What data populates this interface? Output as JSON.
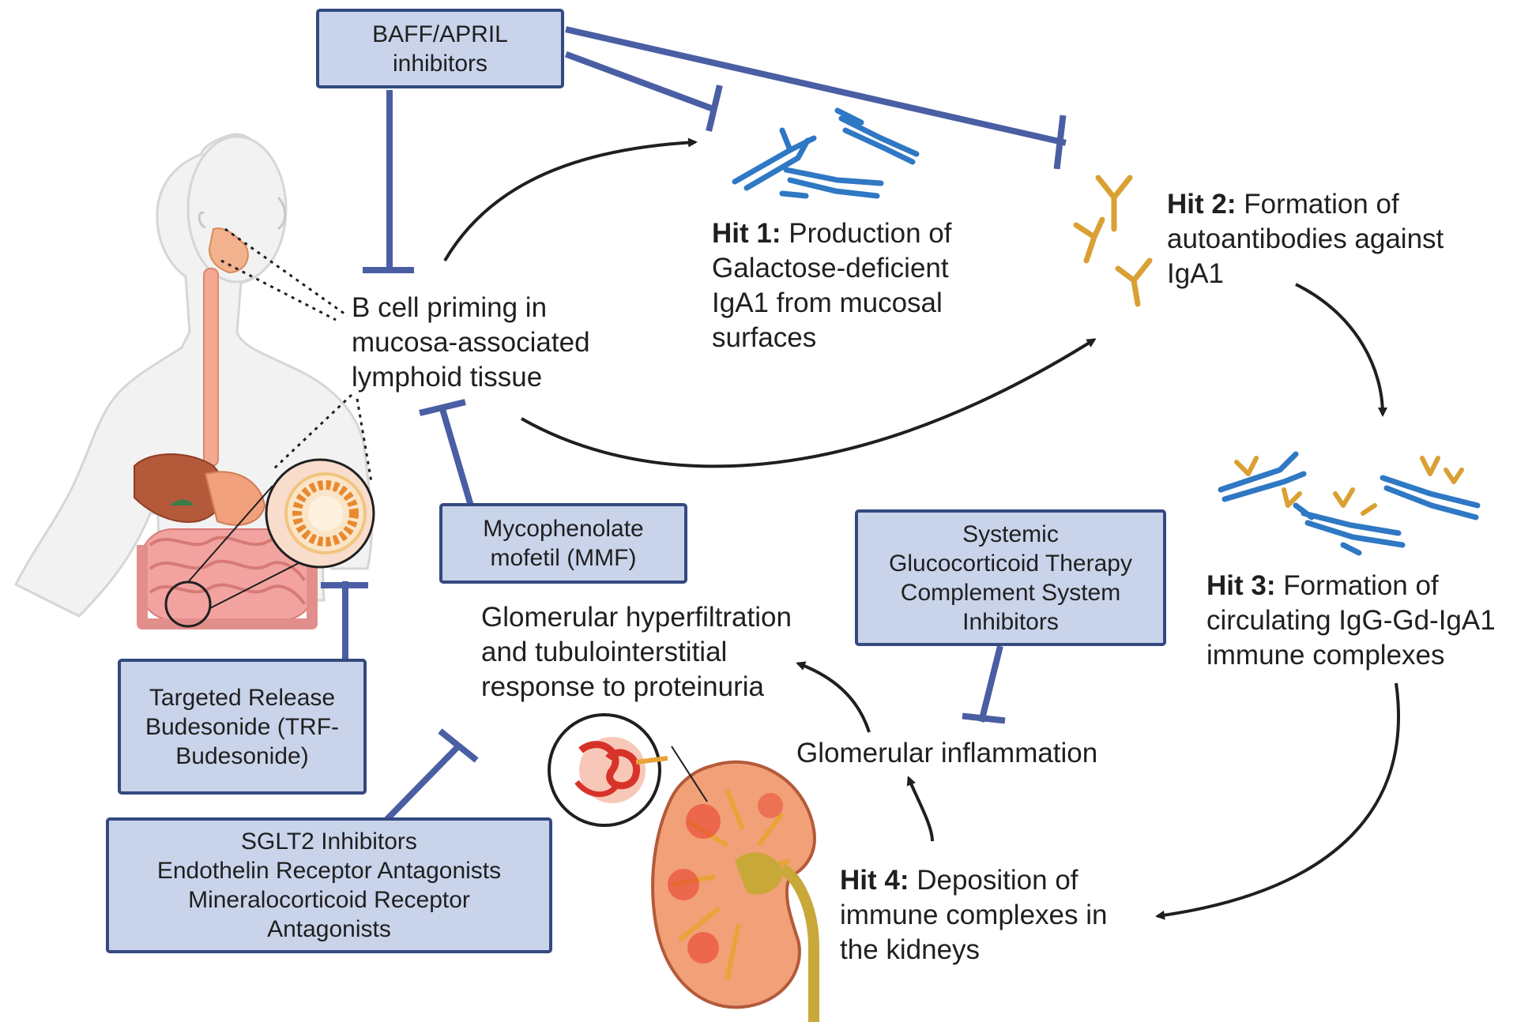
{
  "colors": {
    "box_fill": "#c9d4eb",
    "box_border": "#34497f",
    "inhibitor": "#4a5ea3",
    "arrow": "#1f1f1f",
    "antibody_blue": "#2e78c4",
    "antibody_gold": "#d9a033",
    "kidney": "#e36f55"
  },
  "boxes": {
    "baff": "BAFF/APRIL\ninhibitors",
    "mmf": "Mycophenolate\nmofetil (MMF)",
    "systemic": "Systemic\nGlucocorticoid Therapy\nComplement System\nInhibitors",
    "trf": "Targeted Release\nBudesonide (TRF-\nBudesonide)",
    "sglt2": "SGLT2 Inhibitors\nEndothelin Receptor Antagonists\nMineralocorticoid Receptor\nAntagonists"
  },
  "labels": {
    "bcell": [
      "B cell priming in",
      "mucosa-associated",
      "lymphoid tissue"
    ],
    "hit1": {
      "bold": "Hit 1:",
      "lines": [
        " Production of",
        "Galactose-deficient",
        "IgA1 from mucosal",
        "surfaces"
      ]
    },
    "hit2": {
      "bold": "Hit 2:",
      "lines": [
        " Formation of",
        "autoantibodies against",
        "IgA1"
      ]
    },
    "hit3": {
      "bold": "Hit 3:",
      "lines": [
        " Formation of",
        "circulating IgG-Gd-IgA1",
        "immune complexes"
      ]
    },
    "hit4": {
      "bold": "Hit 4:",
      "lines": [
        " Deposition of",
        "immune complexes in",
        "the kidneys"
      ]
    },
    "glomerular_hyper": [
      "Glomerular hyperfiltration",
      "and tubulointerstitial",
      "response to proteinuria"
    ],
    "glomerular_inflammation": "Glomerular inflammation"
  },
  "icons": [
    "human-body-icon",
    "digestive-tract-icon",
    "intestine-crosssection-icon",
    "igA1-antibody-icon",
    "autoantibody-icon",
    "immune-complex-icon",
    "kidney-icon",
    "glomerulus-icon"
  ]
}
